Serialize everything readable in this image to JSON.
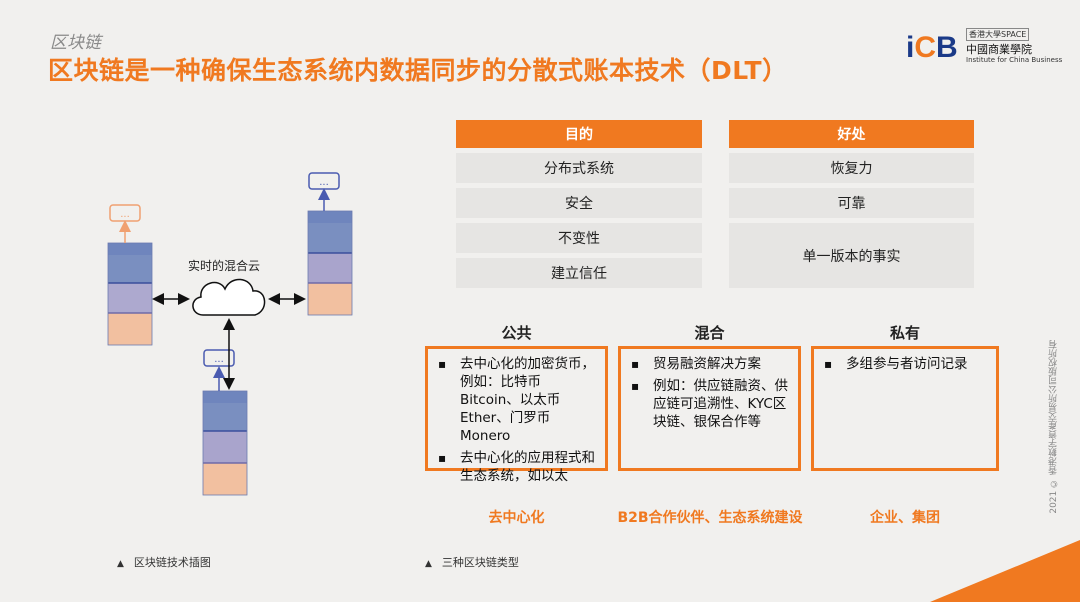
{
  "header": {
    "subtitle": "区块链",
    "title": "区块链是一种确保生态系统内数据同步的分散式账本技术（DLT）"
  },
  "logo": {
    "top": "香港大學SPACE",
    "cn": "中國商業學院",
    "en": "Institute for China Business",
    "mark_i": "i",
    "mark_c": "C",
    "mark_b": "B"
  },
  "diagram": {
    "cloud_label": "实时的混合云",
    "node_dots": "..."
  },
  "table": {
    "purpose": {
      "header": "目的",
      "rows": [
        "分布式系统",
        "安全",
        "不变性",
        "建立信任"
      ]
    },
    "benefit": {
      "header": "好处",
      "rows": [
        "恢复力",
        "可靠",
        "单一版本的事实"
      ]
    }
  },
  "types": [
    {
      "heading": "公共",
      "bullets": [
        "去中心化的加密货币，例如：比特币Bitcoin、以太币Ether、门罗币Monero",
        "去中心化的应用程式和生态系统，如以太"
      ],
      "footer": "去中心化"
    },
    {
      "heading": "混合",
      "bullets": [
        "贸易融资解决方案",
        "例如：供应链融资、供应链可追溯性、KYC区块链、银保合作等"
      ],
      "footer": "B2B合作伙伴、生态系统建设"
    },
    {
      "heading": "私有",
      "bullets": [
        "多组参与者访问记录"
      ],
      "footer": "企业、集团"
    }
  ],
  "captions": {
    "left": "区块链技术插图",
    "right": "三种区块链类型",
    "marker": "▲"
  },
  "copyright": "2021 © 香港數字資產交易所公司版权所有",
  "colors": {
    "accent": "#f07920",
    "background": "#f1f0ee",
    "cell_bg": "#e6e5e3",
    "block_top": "#7a8fc0",
    "block_mid": "#a9a4cc",
    "block_bottom": "#f2c0a0"
  }
}
